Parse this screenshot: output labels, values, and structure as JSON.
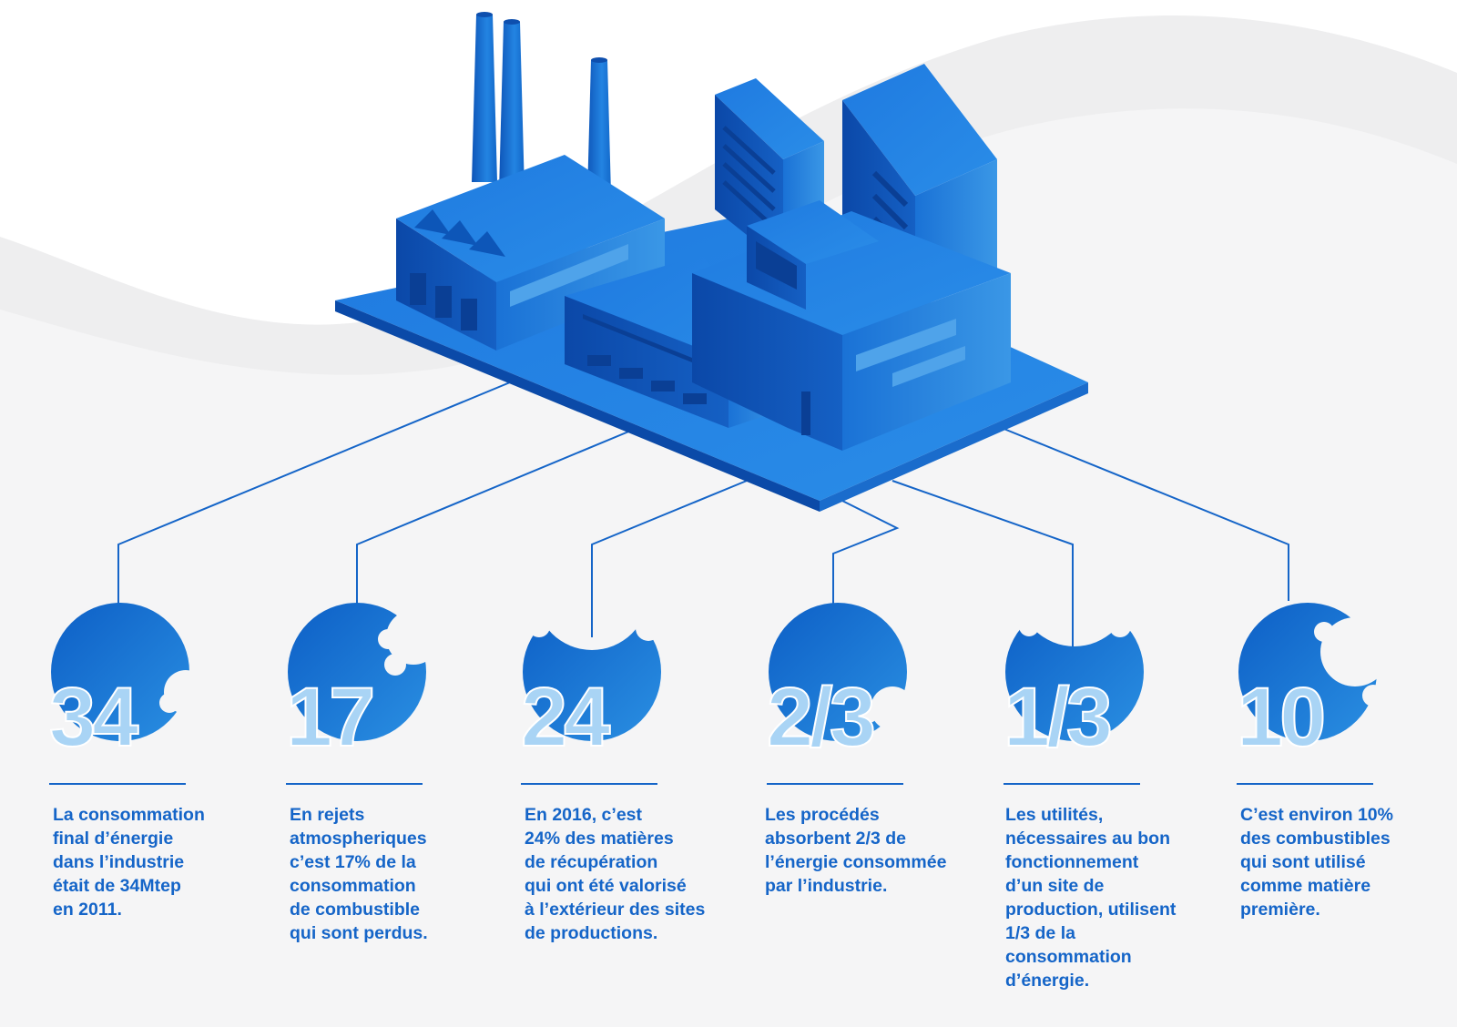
{
  "colors": {
    "primary_blue": "#1565c8",
    "light_blue": "#a9d4f5",
    "background_wave": "#eeeeef",
    "background": "#ffffff"
  },
  "illustration": {
    "icon": "factory-icon"
  },
  "stats": [
    {
      "number": "34",
      "description": "La consommation\nfinal d’énergie\ndans l’industrie\nétait de 34Mtep\nen 2011."
    },
    {
      "number": "17",
      "description": "En rejets\natmospheriques\nc’est 17% de la\nconsommation\nde combustible\nqui sont perdus."
    },
    {
      "number": "24",
      "description": "En 2016, c’est\n24% des matières\nde récupération\nqui ont été valorisé\nà l’extérieur des sites\nde productions."
    },
    {
      "number": "2/3",
      "description": "Les procédés\nabsorbent 2/3 de\nl’énergie consommée\npar l’industrie."
    },
    {
      "number": "1/3",
      "description": "Les utilités,\nnécessaires au bon\nfonctionnement\nd’un site de\nproduction, utilisent\n1/3 de la\nconsommation\nd’énergie."
    },
    {
      "number": "10",
      "description": "C’est environ 10%\ndes combustibles\nqui sont utilisé\ncomme matière\npremière."
    }
  ]
}
